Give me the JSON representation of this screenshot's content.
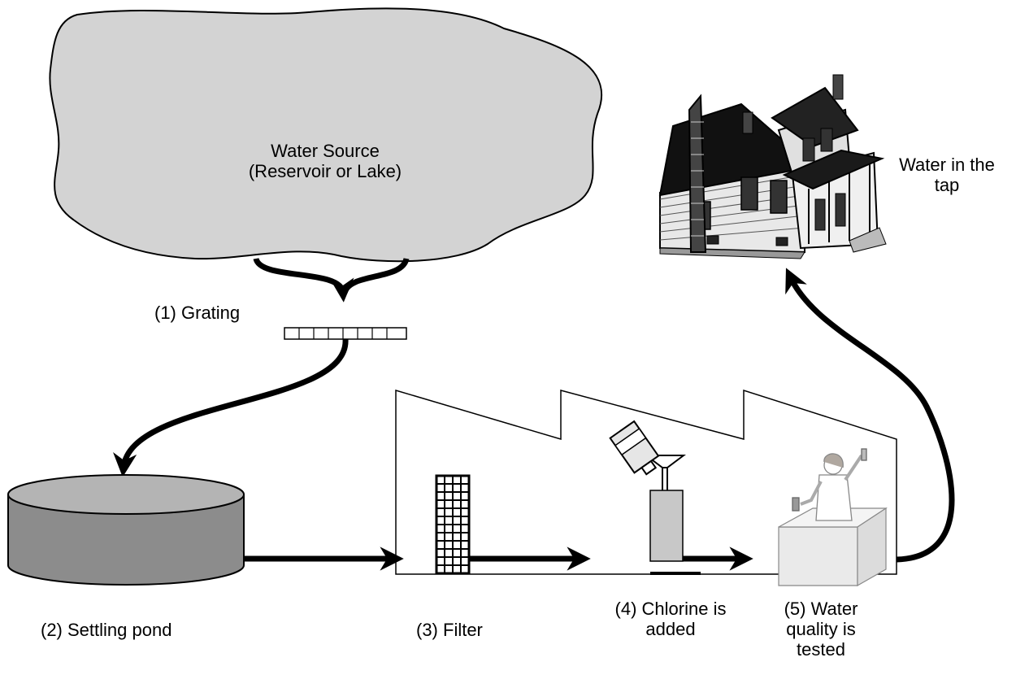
{
  "labels": {
    "source": [
      "Water Source",
      "(Reservoir or Lake)"
    ],
    "grating": "(1) Grating",
    "pond": "(2) Settling pond",
    "filter": "(3) Filter",
    "chlorine": [
      "(4) Chlorine is",
      "added"
    ],
    "testing": [
      "(5) Water",
      "quality is",
      "tested"
    ],
    "tap": [
      "Water in the",
      "tap"
    ]
  },
  "colors": {
    "cloud_fill": "#d3d3d3",
    "pond_side": "#8c8c8c",
    "pond_top": "#b4b4b4",
    "pipe": "#000000",
    "tank": "#c8c8c8"
  },
  "icons": {
    "house": "house-illustration",
    "bottle": "chemical-bottle-icon",
    "scientist": "lab-technician-illustration"
  }
}
